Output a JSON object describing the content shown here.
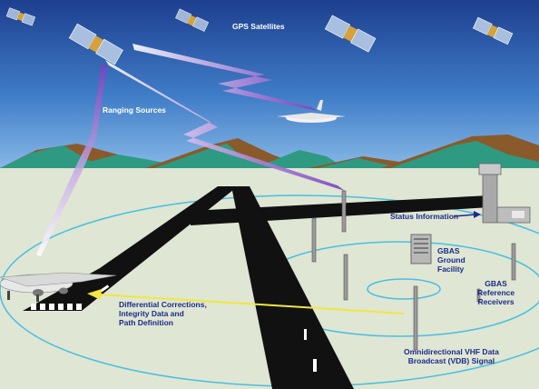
{
  "labels": {
    "gps_satellites": "GPS Satellites",
    "ranging_sources": "Ranging Sources",
    "status_information": "Status Information",
    "gbas_ground_facility": [
      "GBAS",
      "Ground",
      "Facility"
    ],
    "gbas_reference_receivers": [
      "GBAS",
      "Reference",
      "Receivers"
    ],
    "differential_corrections": [
      "Differential Corrections,",
      "Integrity Data and",
      "Path Definition"
    ],
    "vdb_signal": [
      "Omnidirectional VHF Data",
      "Broadcast (VDB) Signal"
    ]
  },
  "colors": {
    "sky_top": "#1d3f8f",
    "sky_bottom": "#7fb3e6",
    "mountain_green": "#2e9a82",
    "mountain_brown": "#8a5a2a",
    "ground": "#dfe6d3",
    "runway": "#111111",
    "broadcast_ring": "#48bfe0",
    "correction_arrow": "#f2e640",
    "ranging_beam": "#7a3fbf",
    "label_dark": "#1c2a8a"
  }
}
